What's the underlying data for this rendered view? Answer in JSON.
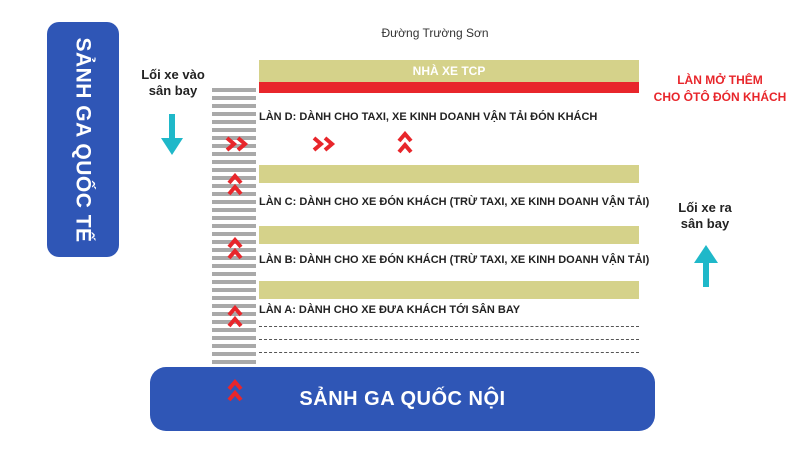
{
  "road_name": "Đường Trường Sơn",
  "international_terminal": "SẢNH GA QUỐC TẾ",
  "domestic_terminal": "SẢNH GA QUỐC NỘI",
  "entry_label": [
    "Lối xe vào",
    "sân bay"
  ],
  "exit_label": [
    "Lối xe ra",
    "sân bay"
  ],
  "parking_label": "NHÀ XE TCP",
  "new_lane_label": [
    "LÀN MỞ THÊM",
    "CHO ÔTÔ ĐÓN KHÁCH"
  ],
  "lanes": {
    "d": "LÀN D: DÀNH CHO TAXI, XE KINH DOANH VẬN TẢI ĐÓN KHÁCH",
    "c": "LÀN C: DÀNH CHO XE ĐÓN KHÁCH (TRỪ TAXI, XE KINH DOANH VẬN TẢI)",
    "b": "LÀN B: DÀNH CHO XE ĐÓN KHÁCH (TRỪ TAXI, XE KINH DOANH VẬN TẢI)",
    "a": "LÀN A: DÀNH CHO XE ĐƯA KHÁCH TỚI SÂN BAY"
  },
  "colors": {
    "terminal_blue": "#2f56b6",
    "median": "#d5d28a",
    "new_lane": "#e8262b",
    "arrow_teal": "#1fb8c9",
    "chevron_red": "#e8262b"
  }
}
